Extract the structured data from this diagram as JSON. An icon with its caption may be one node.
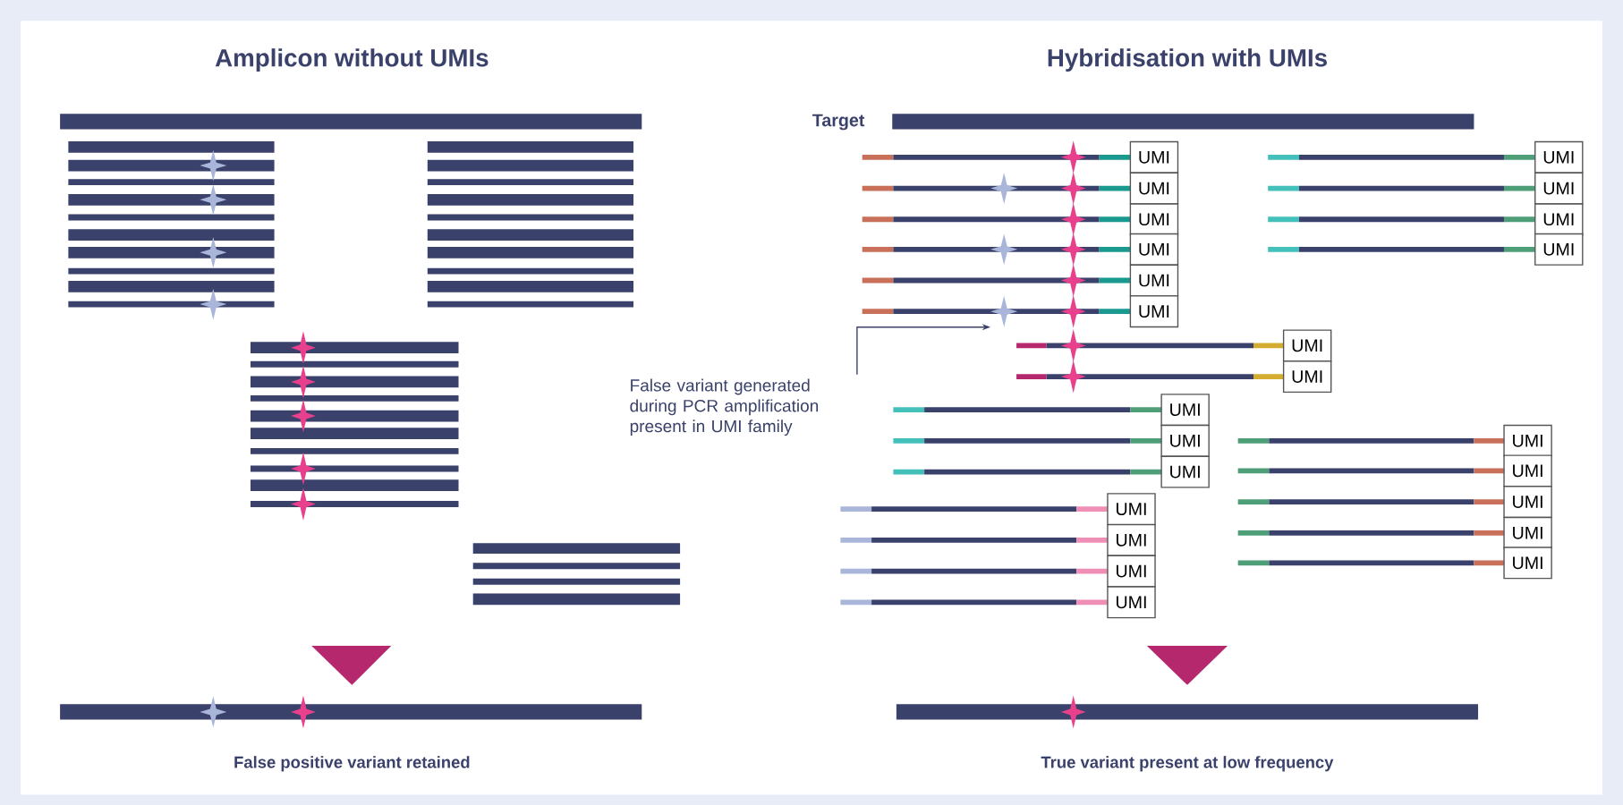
{
  "diagram": {
    "nodes": [
      {
        "text": [
          "UMI"
        ]
      },
      {
        "text": [
          "UMI"
        ]
      },
      {
        "text": [
          "UMI"
        ]
      },
      {
        "text": [
          "UMI"
        ]
      },
      {
        "text": [
          "UMI"
        ]
      },
      {
        "text": [
          "UMI"
        ]
      },
      {
        "text": [
          "UMI"
        ]
      },
      {
        "text": [
          "UMI"
        ]
      },
      {
        "text": [
          "UMI"
        ]
      },
      {
        "text": [
          "UMI"
        ]
      },
      {
        "text": [
          "UMI"
        ]
      },
      {
        "text": [
          "UMI"
        ]
      },
      {
        "text": [
          "False variant generated during PCR amplification present in UMI family"
        ]
      },
      {
        "text": [],
        "shape": "star"
      },
      {
        "text": [
          "UMI"
        ]
      },
      {
        "text": [
          "UMI"
        ]
      },
      {
        "text": [
          "UMI"
        ]
      },
      {
        "text": [
          "UMI"
        ]
      },
      {
        "text": [
          "UMI"
        ]
      },
      {
        "text": [
          "UMI"
        ]
      },
      {
        "text": [
          "UMI"
        ]
      },
      {
        "text": [
          "UMI"
        ]
      },
      {
        "text": [
          "UMI"
        ]
      },
      {
        "text": [
          "UMI"
        ]
      },
      {
        "text": [
          "UMI"
        ]
      },
      {
        "text": [
          "UMI"
        ]
      }
    ],
    "edges": [
      {
        "from": 12,
        "to": 13,
        "arrow": "to"
      }
    ],
    "labels": [
      "Amplicon without UMIs",
      "Hybridisation with UMIs",
      "Target",
      "False positive variant retained",
      "True variant present at low frequency"
    ]
  }
}
